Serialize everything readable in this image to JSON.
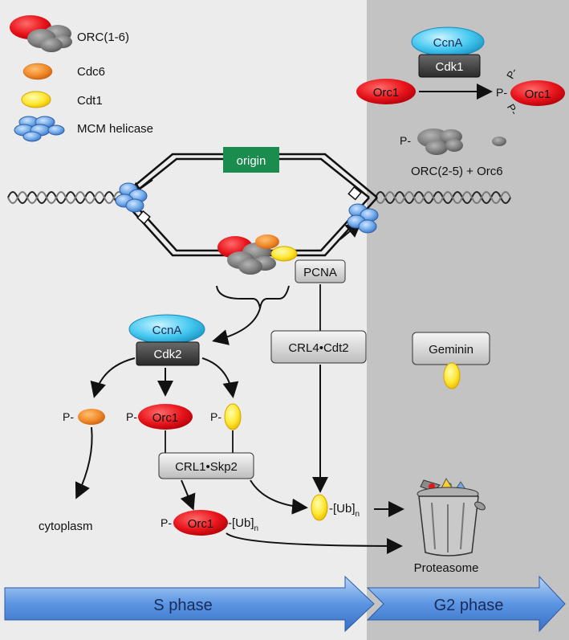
{
  "legend": {
    "orc": "ORC(1-6)",
    "cdc6": "Cdc6",
    "cdt1": "Cdt1",
    "mcm": "MCM helicase"
  },
  "labels": {
    "origin": "origin",
    "pcna": "PCNA",
    "ccna_top": "CcnA",
    "cdk1": "Cdk1",
    "orc1_left": "Orc1",
    "orc1_right": "Orc1",
    "orc_subunits": "ORC(2-5) + Orc6",
    "ccna_mid": "CcnA",
    "cdk2": "Cdk2",
    "crl4": "CRL4•Cdt2",
    "geminin": "Geminin",
    "p_prefix": "P-",
    "orc1_phos": "Orc1",
    "crl1": "CRL1•Skp2",
    "cytoplasm": "cytoplasm",
    "orc1_ub": "Orc1",
    "ub": "-[Ub]",
    "ub_sub": "n",
    "proteasome": "Proteasome"
  },
  "phases": {
    "s": "S phase",
    "g2": "G2 phase"
  },
  "colors": {
    "s_bg": "#ececec",
    "g2_bg": "#c3c3c3",
    "orc1_red": "#e8141b",
    "cdc6_orange": "#f08a2a",
    "cdt1_yellow": "#ffe832",
    "mcm_blue": "#6ea8e8",
    "ccna_cyan": "#45c8f0",
    "origin_green": "#1a8c4e",
    "arrow_blue": "#3f7fd6"
  }
}
